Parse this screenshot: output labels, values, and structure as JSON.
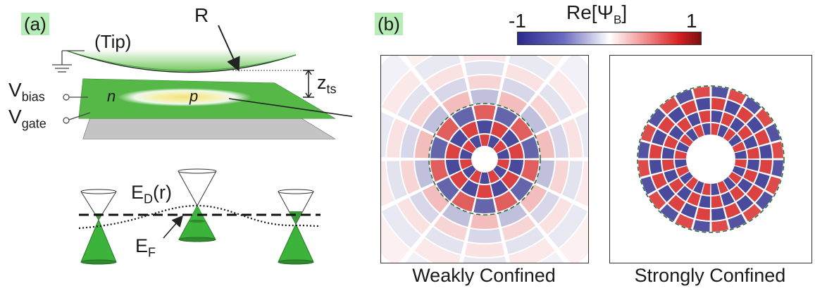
{
  "panel_a": {
    "tag": "(a)",
    "tip_label": "(Tip)",
    "radius_label": "R",
    "z_label": "z",
    "z_sub": "ts",
    "n_label": "n",
    "p_label": "p",
    "vbias_label": "V",
    "vbias_sub": "bias",
    "vgate_label": "V",
    "vgate_sub": "gate",
    "ed_label": "E",
    "ed_sub": "D",
    "ed_suffix": "(r)",
    "ef_label": "E",
    "ef_sub": "F"
  },
  "panel_b": {
    "tag": "(b)",
    "colorbar": {
      "title_prefix": "Re[Ψ",
      "title_sub": "B",
      "title_suffix": "]",
      "min_label": "-1",
      "max_label": "1",
      "colors": [
        "#2a2a8c",
        "#ffffff",
        "#d62020",
        "#7a1010"
      ]
    },
    "left_caption": "Weakly Confined",
    "right_caption": "Strongly Confined"
  }
}
